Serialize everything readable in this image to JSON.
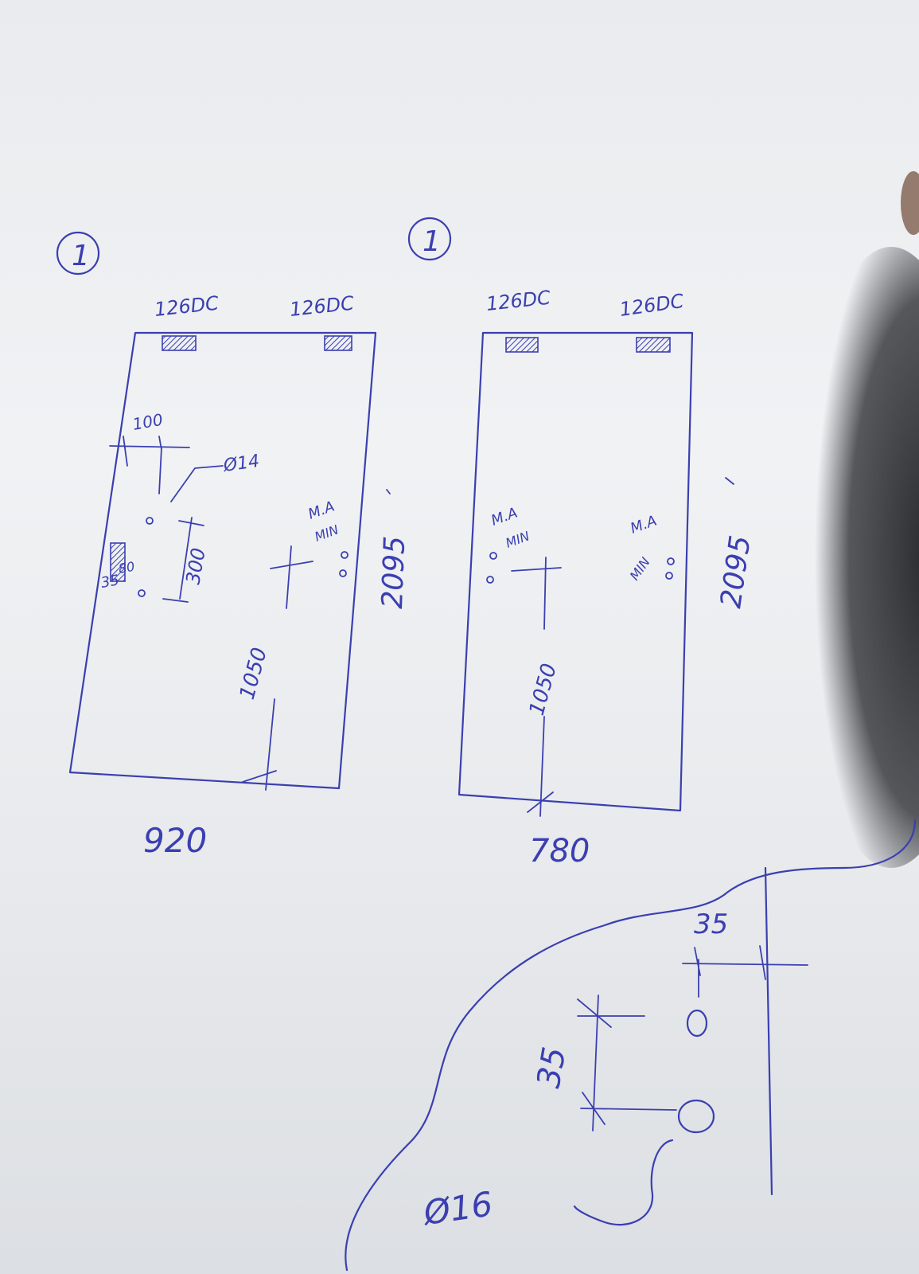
{
  "door_1": {
    "number": "1",
    "hinge_left": "126DC",
    "hinge_right": "126DC",
    "height": "2095",
    "width": "920",
    "dim_edge": "100",
    "dim_hole": "Ø14",
    "dim_spacing": "300",
    "dim_side": "35",
    "dim_side_b": "80",
    "handle_height": "1050",
    "lock_line1": "M.A",
    "lock_line2": "MIN"
  },
  "door_2": {
    "number": "1",
    "hinge_left": "126DC",
    "hinge_right": "126DC",
    "height": "2095",
    "width": "780",
    "handle_height": "1050",
    "lock_left_line1": "M.A",
    "lock_left_line2": "MIN",
    "lock_right_line1": "M.A",
    "lock_right_line2": "MIN"
  },
  "detail": {
    "dim_top": "35",
    "dim_side": "35",
    "hole_label": "Ø16"
  },
  "colors": {
    "ink": "#3b3fb0",
    "paper": "#eceef1"
  }
}
